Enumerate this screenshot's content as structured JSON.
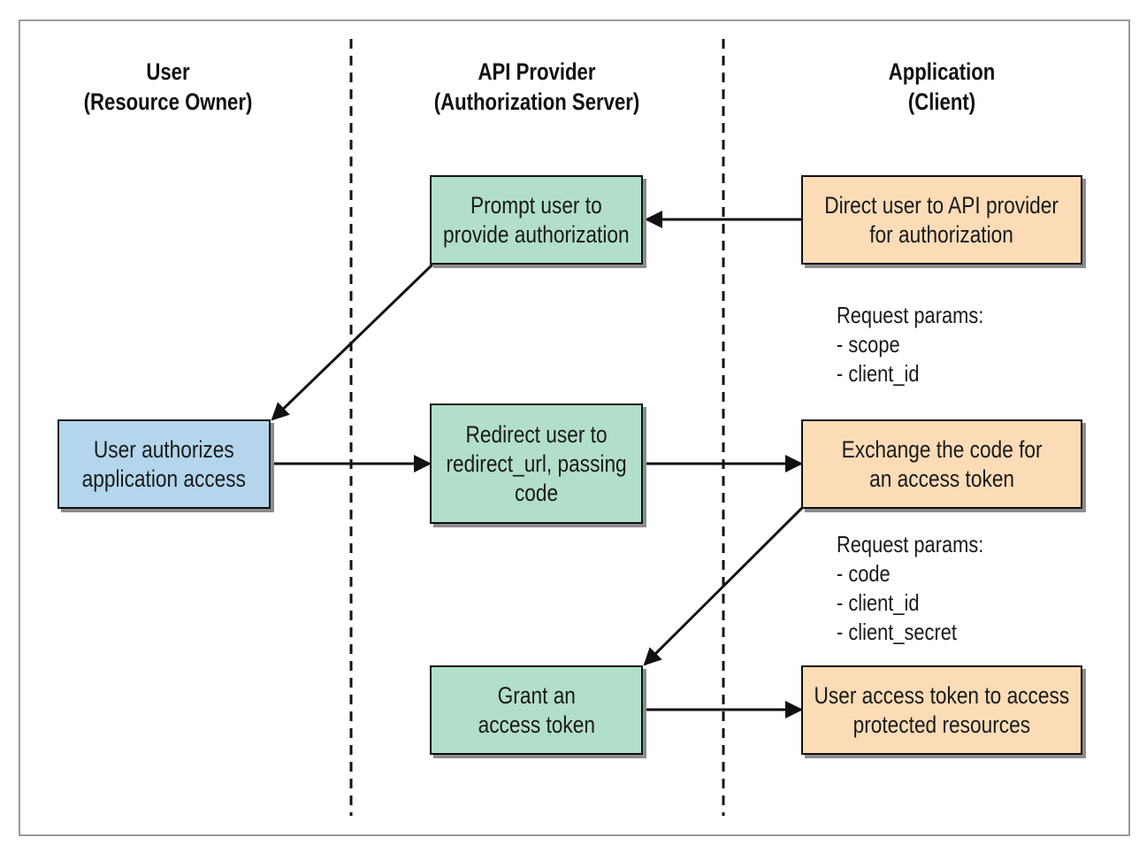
{
  "lanes": {
    "user": {
      "line1": "User",
      "line2": "(Resource Owner)"
    },
    "provider": {
      "line1": "API Provider",
      "line2": "(Authorization Server)"
    },
    "app": {
      "line1": "Application",
      "line2": "(Client)"
    }
  },
  "boxes": {
    "prompt": {
      "line1": "Prompt user to",
      "line2": "provide authorization"
    },
    "direct": {
      "line1": "Direct user to API provider",
      "line2": "for authorization"
    },
    "authorize": {
      "line1": "User authorizes",
      "line2": "application access"
    },
    "redirect": {
      "line1": "Redirect user to",
      "line2": "redirect_url, passing",
      "line3": "code"
    },
    "exchange": {
      "line1": "Exchange the code for",
      "line2": "an access token"
    },
    "grant": {
      "line1": "Grant an",
      "line2": "access token"
    },
    "use": {
      "line1": "User access token to access",
      "line2": "protected resources"
    }
  },
  "notes": {
    "first": {
      "title": "Request params:",
      "items": [
        "- scope",
        "- client_id"
      ]
    },
    "second": {
      "title": "Request params:",
      "items": [
        "- code",
        "- client_id",
        "- client_secret"
      ]
    }
  },
  "colors": {
    "provider_box": "#b2dfc9",
    "client_box": "#fbdcb7",
    "user_box": "#b3d6ed"
  }
}
